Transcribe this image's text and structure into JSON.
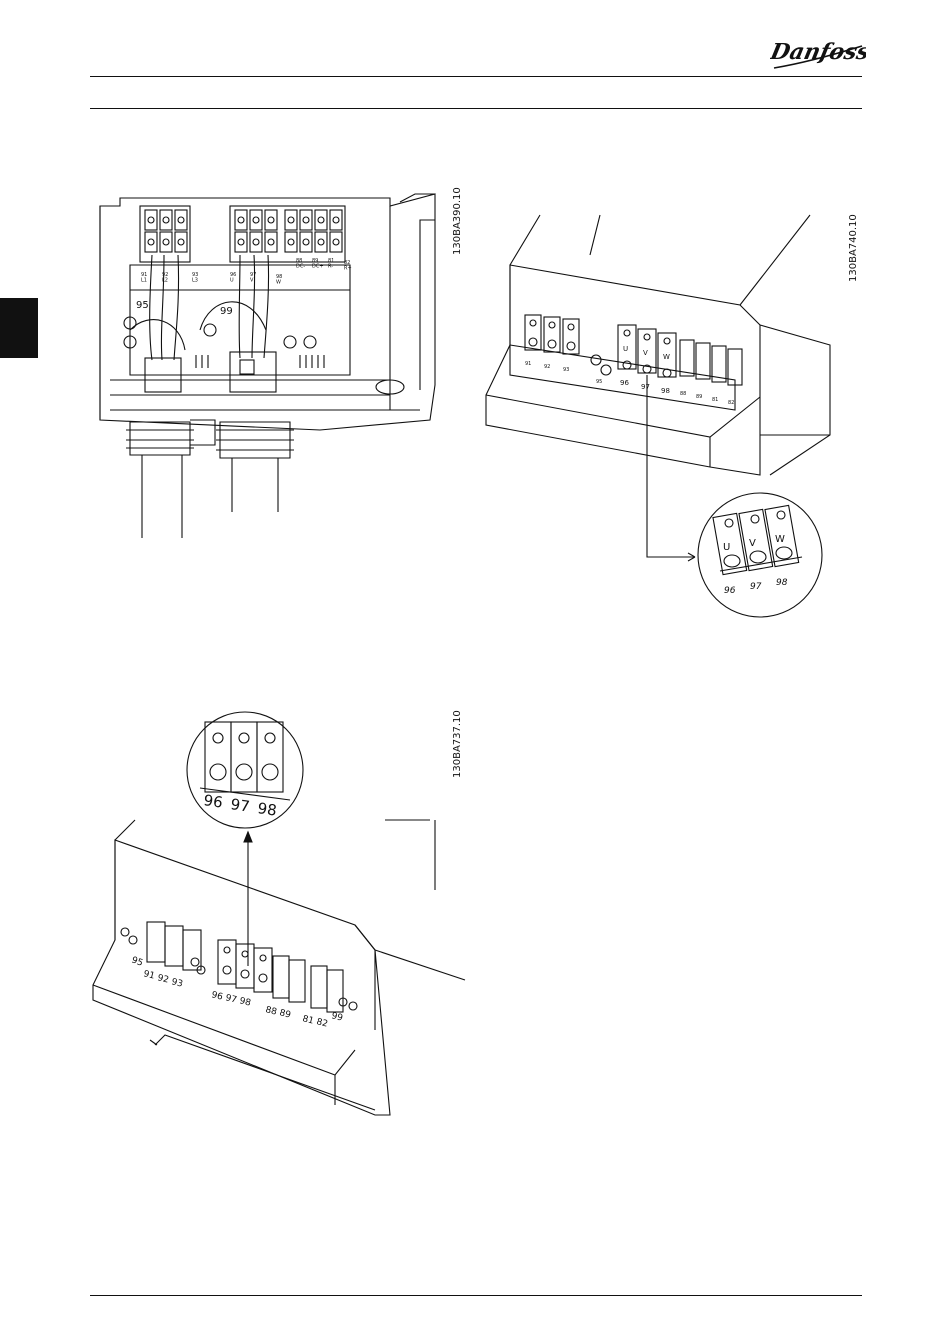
{
  "header": {
    "brand": "Danfoss"
  },
  "figures": [
    {
      "code": "130BA390.10",
      "terminal_labels": [
        "91\nL1",
        "92\nL2",
        "93\nL3",
        "96\nU",
        "97\nV",
        "98\nW",
        "88\nDC-",
        "89\nDC+",
        "81\nR-",
        "82\nR+"
      ],
      "ground_labels": [
        "95",
        "99"
      ]
    },
    {
      "code": "130BA740.10",
      "main_terminals": [
        "U",
        "V",
        "W"
      ],
      "main_numbers": [
        "96",
        "97",
        "98"
      ],
      "other_numbers": [
        "91",
        "92",
        "93",
        "95",
        "88",
        "89",
        "81",
        "82"
      ]
    },
    {
      "code": "130BA737.10",
      "zoom_numbers": [
        "96",
        "97",
        "98"
      ],
      "row_numbers": [
        "91",
        "92",
        "93",
        "96",
        "97",
        "98",
        "88",
        "89",
        "81",
        "82"
      ],
      "ground_labels": [
        "95",
        "99"
      ]
    }
  ]
}
